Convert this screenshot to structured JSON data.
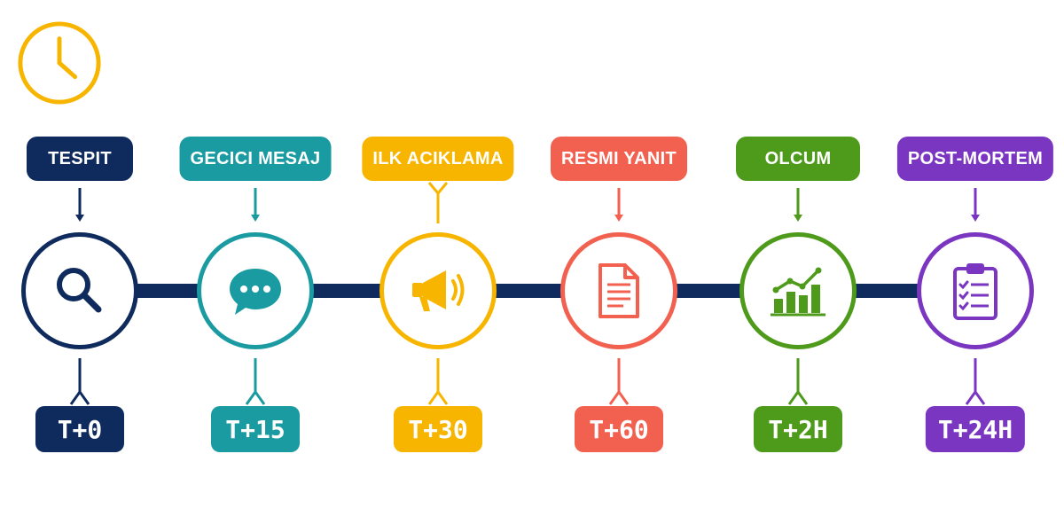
{
  "colors": {
    "navy": "#0f2a5c",
    "teal": "#1a9ba1",
    "yellow": "#f7b500",
    "coral": "#f26150",
    "green": "#4e9a1a",
    "purple": "#7a35c1",
    "clock": "#f7b500"
  },
  "header": {
    "icon": "clock-icon"
  },
  "steps": [
    {
      "label": "TESPIT",
      "time": "T+0",
      "icon": "search-icon"
    },
    {
      "label": "GECICI MESAJ",
      "time": "T+15",
      "icon": "chat-bubble-icon"
    },
    {
      "label": "ILK ACIKLAMA",
      "time": "T+30",
      "icon": "megaphone-icon"
    },
    {
      "label": "RESMI YANIT",
      "time": "T+60",
      "icon": "document-icon"
    },
    {
      "label": "OLCUM",
      "time": "T+2H",
      "icon": "bar-chart-icon"
    },
    {
      "label": "POST-MORTEM",
      "time": "T+24H",
      "icon": "clipboard-checklist-icon"
    }
  ]
}
